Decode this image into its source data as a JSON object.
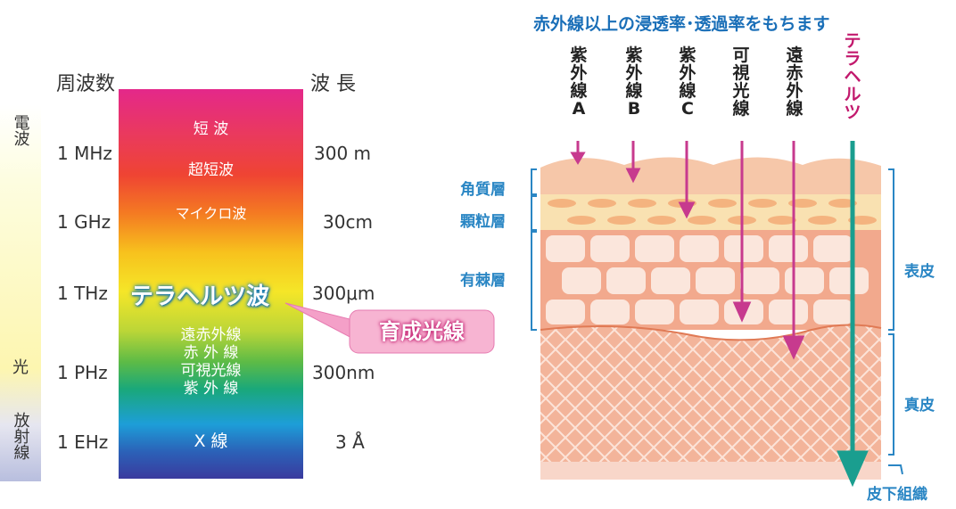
{
  "left": {
    "header_freq": "周波数",
    "header_wave": "波 長",
    "side": {
      "denpa": "電波",
      "hikari": "光",
      "hoshasen": "放射線"
    },
    "freqs": [
      "1 MHz",
      "1 GHz",
      "1 THz",
      "1 PHz",
      "1 EHz"
    ],
    "waves": [
      "300 m",
      "30cm",
      "300μm",
      "300nm",
      "3 Å"
    ],
    "bands": {
      "tanpa": "短 波",
      "chotanpa": "超短波",
      "micro": "マイクロ波",
      "terahertz": "テラヘルツ波",
      "ir_lines": [
        "遠赤外線",
        "赤 外 線",
        "可視光線",
        "紫 外 線"
      ],
      "xray": "X 線"
    },
    "callout": "育成光線"
  },
  "right": {
    "title": "赤外線以上の浸透率･透過率をもちます",
    "columns": [
      {
        "label": "紫外線A",
        "color": "#c73a8e"
      },
      {
        "label": "紫外線B",
        "color": "#c73a8e"
      },
      {
        "label": "紫外線C",
        "color": "#c73a8e"
      },
      {
        "label": "可視光線",
        "color": "#c73a8e"
      },
      {
        "label": "遠赤外線",
        "color": "#c73a8e"
      },
      {
        "label": "テラヘルツ",
        "color": "#1a9e8f"
      }
    ],
    "layers_left": [
      "角質層",
      "顆粒層",
      "有棘層"
    ],
    "layers_right": [
      "表皮",
      "真皮",
      "皮下組織"
    ]
  }
}
